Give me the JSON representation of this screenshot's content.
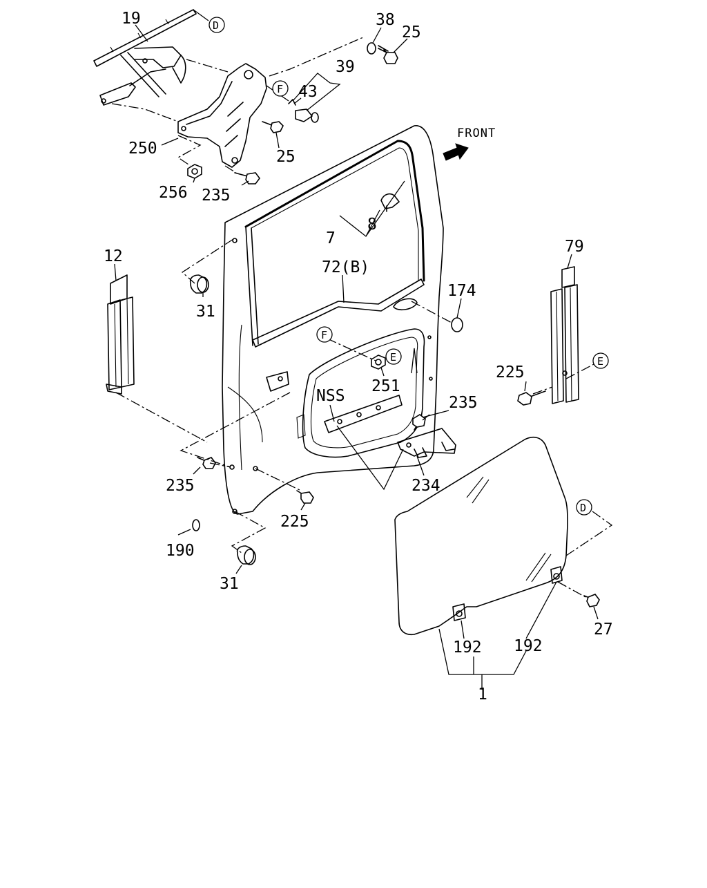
{
  "diagram": {
    "labels": {
      "p19": "19",
      "p38": "38",
      "p25a": "25",
      "p39": "39",
      "p43": "43",
      "p250": "250",
      "p25b": "25",
      "p256": "256",
      "p235a": "235",
      "p7": "7",
      "p8": "8",
      "p12": "12",
      "p31a": "31",
      "p72b": "72(B)",
      "p174": "174",
      "p79": "79",
      "p251": "251",
      "p225a": "225",
      "nss": "NSS",
      "p235b": "235",
      "p234": "234",
      "p235c": "235",
      "p225b": "225",
      "p190": "190",
      "p31b": "31",
      "p27": "27",
      "p192a": "192",
      "p192b": "192",
      "p1": "1"
    },
    "refs": {
      "D": "D",
      "F": "F",
      "E": "E"
    },
    "front_label": "FRONT"
  }
}
